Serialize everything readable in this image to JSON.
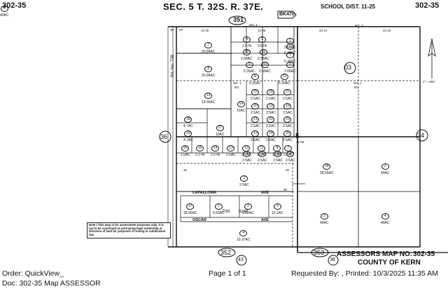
{
  "header": {
    "map_no_left": "302-35",
    "title": "SEC. 5 T. 32S. R. 37E.",
    "school_dist": "SCHOOL DIST. 11-25",
    "map_no_right": "302-35",
    "book_page": "351",
    "bk_tag": "BK470"
  },
  "road": {
    "name": "Rd. No. 738"
  },
  "adjoining_maps": {
    "left": "36",
    "right": "34",
    "bottom_left": "352",
    "bottom_left2": "43",
    "bottom_right": "353",
    "bottom_right2": "38"
  },
  "section_corner": "5",
  "block_label": "03",
  "north_scale": "1\" = 600'",
  "top_numbers": {
    "a": "30",
    "b": "30",
    "c": "42.39",
    "d": "NO. 2",
    "e": "42.86",
    "f": "43.13",
    "g": "NO. 2",
    "h": "43.40",
    "i": "NO. 1",
    "j": "NO. 1",
    "k": "BO",
    "l": "BO",
    "m": "42.98",
    "n": "30",
    "o": "30",
    "p": "30"
  },
  "parcels": [
    {
      "num": "4",
      "area": "2.67A"
    },
    {
      "num": "3",
      "area": "2.67A"
    },
    {
      "num": "1",
      "area": "2.68AC"
    },
    {
      "num": "2",
      "area": "5.36AC"
    },
    {
      "num": "30",
      "area": "2.68AC"
    },
    {
      "num": "31",
      "area": "2.68AC"
    },
    {
      "num": "1",
      "area": "5.36AC"
    },
    {
      "num": "7",
      "area": "20.84AC"
    },
    {
      "num": "8",
      "area": "20.84AC"
    },
    {
      "num": "9",
      "area": "5.36AC"
    },
    {
      "num": "10",
      "area": "2.68AC"
    },
    {
      "num": "9",
      "area": "2.68AC"
    },
    {
      "num": "11",
      "area": "5.36AC"
    },
    {
      "num": "12",
      "area": "5.36AC"
    },
    {
      "num": "13",
      "area": "19.55AC"
    },
    {
      "num": "14",
      "area": "10AC"
    },
    {
      "num": "22",
      "area": "2.5AC"
    },
    {
      "num": "26",
      "area": "2.5AC"
    },
    {
      "num": "27",
      "area": "2.5AC"
    },
    {
      "num": "20",
      "area": "2.5AC"
    },
    {
      "num": "19",
      "area": "2.5AC"
    },
    {
      "num": "18",
      "area": "2.5AC"
    },
    {
      "num": "21",
      "area": "2.5AC"
    },
    {
      "num": "22",
      "area": "2.5AC"
    },
    {
      "num": "23",
      "area": "2.5AC"
    },
    {
      "num": "28",
      "area": "4.7AC"
    },
    {
      "num": "29",
      "area": "4.7AC"
    },
    {
      "num": "27",
      "area": "10AC"
    },
    {
      "num": "19",
      "area": "2.5AC"
    },
    {
      "num": "24",
      "area": "2.5AC"
    },
    {
      "num": "25",
      "area": "2.5AC"
    },
    {
      "num": "26",
      "area": "2.5AC"
    },
    {
      "num": "15",
      "area": "2.27A"
    },
    {
      "num": "14",
      "area": "2.27A"
    },
    {
      "num": "13",
      "area": "2.5AC"
    },
    {
      "num": "12",
      "area": "2.5AC"
    },
    {
      "num": "11",
      "area": "2.5AC"
    },
    {
      "num": "8",
      "area": "2.5AC"
    },
    {
      "num": "7",
      "area": "2.5AC"
    },
    {
      "num": "6",
      "area": "2.5AC"
    },
    {
      "num": "5",
      "area": "2.5AC"
    },
    {
      "num": "4",
      "area": "2.5AC"
    },
    {
      "num": "3",
      "area": "2.5AC"
    },
    {
      "num": "2",
      "area": "2.5AC"
    },
    {
      "num": "17",
      "area": "39.55AC"
    },
    {
      "num": "1",
      "area": "9.55AC"
    },
    {
      "num": "2",
      "area": "9.82AC"
    },
    {
      "num": "3",
      "area": "10.1AC"
    },
    {
      "num": "4",
      "area": "10.37AC"
    },
    {
      "num": "18",
      "area": "39.55AC"
    },
    {
      "num": "2",
      "area": "40AC"
    },
    {
      "num": "3",
      "area": "40AC"
    },
    {
      "num": "4",
      "area": "40AC"
    },
    {
      "num": "3",
      "area": "40AC"
    }
  ],
  "streets": {
    "a": "LAPALLOMA",
    "b": "AVE",
    "c": "OSCAR",
    "d": "AVE",
    "e": "P.M.",
    "f": "6249"
  },
  "notice": "Note | This map is for assessment purposes only. It is not to be construed as portraying legal ownership or divisions of land for purposes of zoning or subdivision law.",
  "footer_map": {
    "title": "ASSESSORS MAP NO.",
    "number": "302-35",
    "county": "COUNTY OF KERN"
  },
  "footer": {
    "order": "Order: QuickView_",
    "doc": "Doc: 302-35 Map ASSESSOR",
    "page": "Page 1 of 1",
    "requested": "Requested By: , Printed: 10/3/2025 11:35 AM"
  },
  "colors": {
    "ink": "#111111",
    "paper": "#ffffff"
  }
}
